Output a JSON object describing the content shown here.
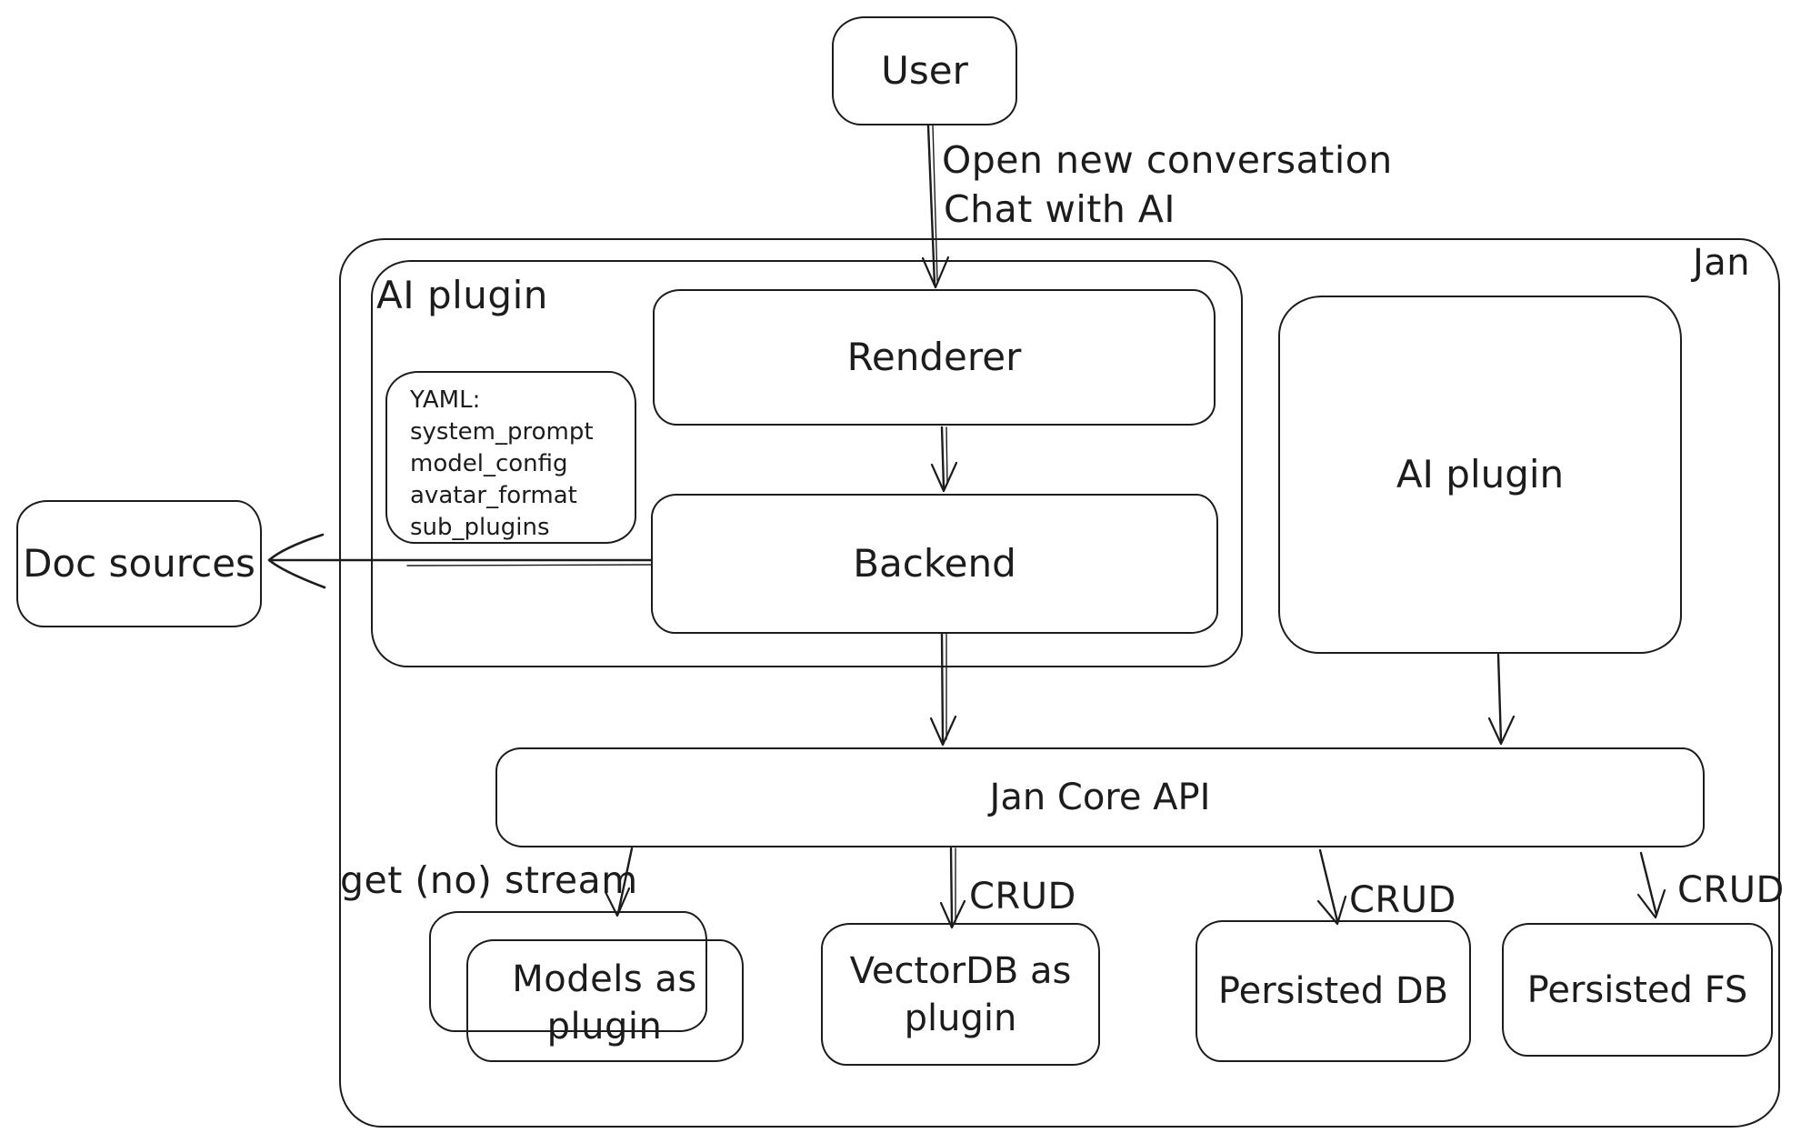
{
  "colors": {
    "stroke": "#1c1c1c",
    "background": "#ffffff",
    "text": "#1c1c1c"
  },
  "nodes": {
    "user": "User",
    "jan": "Jan",
    "ai_plugin_left": "AI plugin",
    "renderer": "Renderer",
    "backend": "Backend",
    "yaml_note": [
      "YAML:",
      "system_prompt",
      "model_config",
      "avatar_format",
      "sub_plugins"
    ],
    "doc_sources": "Doc sources",
    "ai_plugin_right": "AI plugin",
    "jan_core_api": "Jan Core API",
    "models": "Models as plugin",
    "vectordb": "VectorDB as plugin",
    "persisted_db": "Persisted DB",
    "persisted_fs": "Persisted FS"
  },
  "edge_labels": {
    "user_to_renderer_line1": "Open new conversation",
    "user_to_renderer_line2": "Chat with AI",
    "core_to_models": "get (no) stream",
    "core_to_vectordb": "CRUD",
    "core_to_persisted_db": "CRUD",
    "core_to_persisted_fs": "CRUD"
  }
}
